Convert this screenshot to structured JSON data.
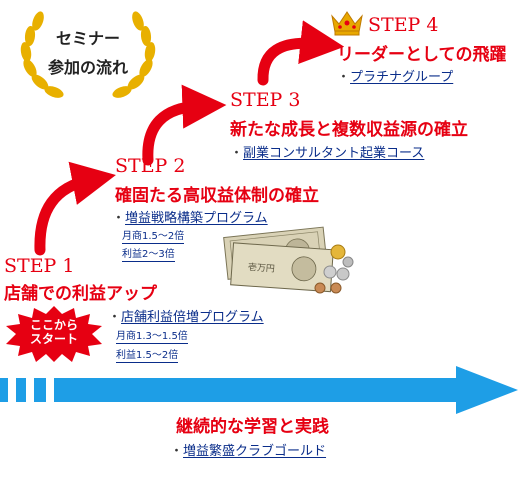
{
  "badge": {
    "line1": "セミナー",
    "line2": "参加の流れ"
  },
  "steps": [
    {
      "no": "STEP 1",
      "title": "店舗での利益アップ",
      "link": "店舗利益倍増プログラム",
      "details": [
        "月商1.3〜1.5倍",
        "利益1.5〜2倍"
      ]
    },
    {
      "no": "STEP 2",
      "title": "確固たる高収益体制の確立",
      "link": "増益戦略構築プログラム",
      "details": [
        "月商1.5〜2倍",
        "利益2〜3倍"
      ]
    },
    {
      "no": "STEP 3",
      "title": "新たな成長と複数収益源の確立",
      "link": "副業コンサルタント起業コース"
    },
    {
      "no": "STEP 4",
      "title": "リーダーとしての飛躍",
      "link": "プラチナグループ"
    }
  ],
  "start_burst": {
    "line1": "ここから",
    "line2": "スタート"
  },
  "bottom": {
    "title": "継続的な学習と実践",
    "link": "増益繁盛クラブゴールド"
  },
  "bullet_char": "・",
  "colors": {
    "accent_red": "#e60012",
    "arrow_blue": "#1e9ee6",
    "link_blue": "#0a2d8a",
    "gold": "#e8b000"
  },
  "icons": {
    "crown": "crown-icon",
    "money": "money-illustration-icon",
    "wreath": "laurel-wreath-icon"
  }
}
